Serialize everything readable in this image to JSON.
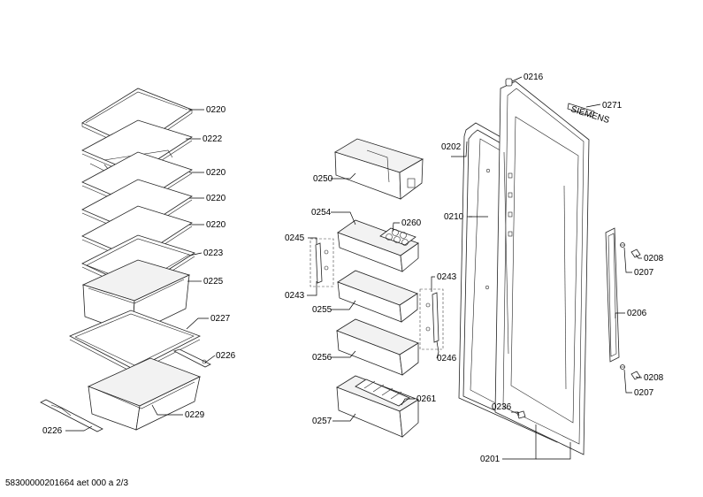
{
  "labels": {
    "l0216": "0216",
    "l0271": "0271",
    "l0220a": "0220",
    "l0222": "0222",
    "l0220b": "0220",
    "l0220c": "0220",
    "l0220d": "0220",
    "l0223": "0223",
    "l0225": "0225",
    "l0227": "0227",
    "l0226a": "0226",
    "l0229": "0229",
    "l0226b": "0226",
    "l0202": "0202",
    "l0250": "0250",
    "l0254": "0254",
    "l0260": "0260",
    "l0245": "0245",
    "l0210": "0210",
    "l0243a": "0243",
    "l0243b": "0243",
    "l0255": "0255",
    "l0246": "0246",
    "l0256": "0256",
    "l0261": "0261",
    "l0257": "0257",
    "l0236": "0236",
    "l0201": "0201",
    "l0208a": "0208",
    "l0207a": "0207",
    "l0206": "0206",
    "l0208b": "0208",
    "l0207b": "0207"
  },
  "brand_mark": "SIEMENS",
  "footer": "58300000201664 aet 000 a 2/3"
}
